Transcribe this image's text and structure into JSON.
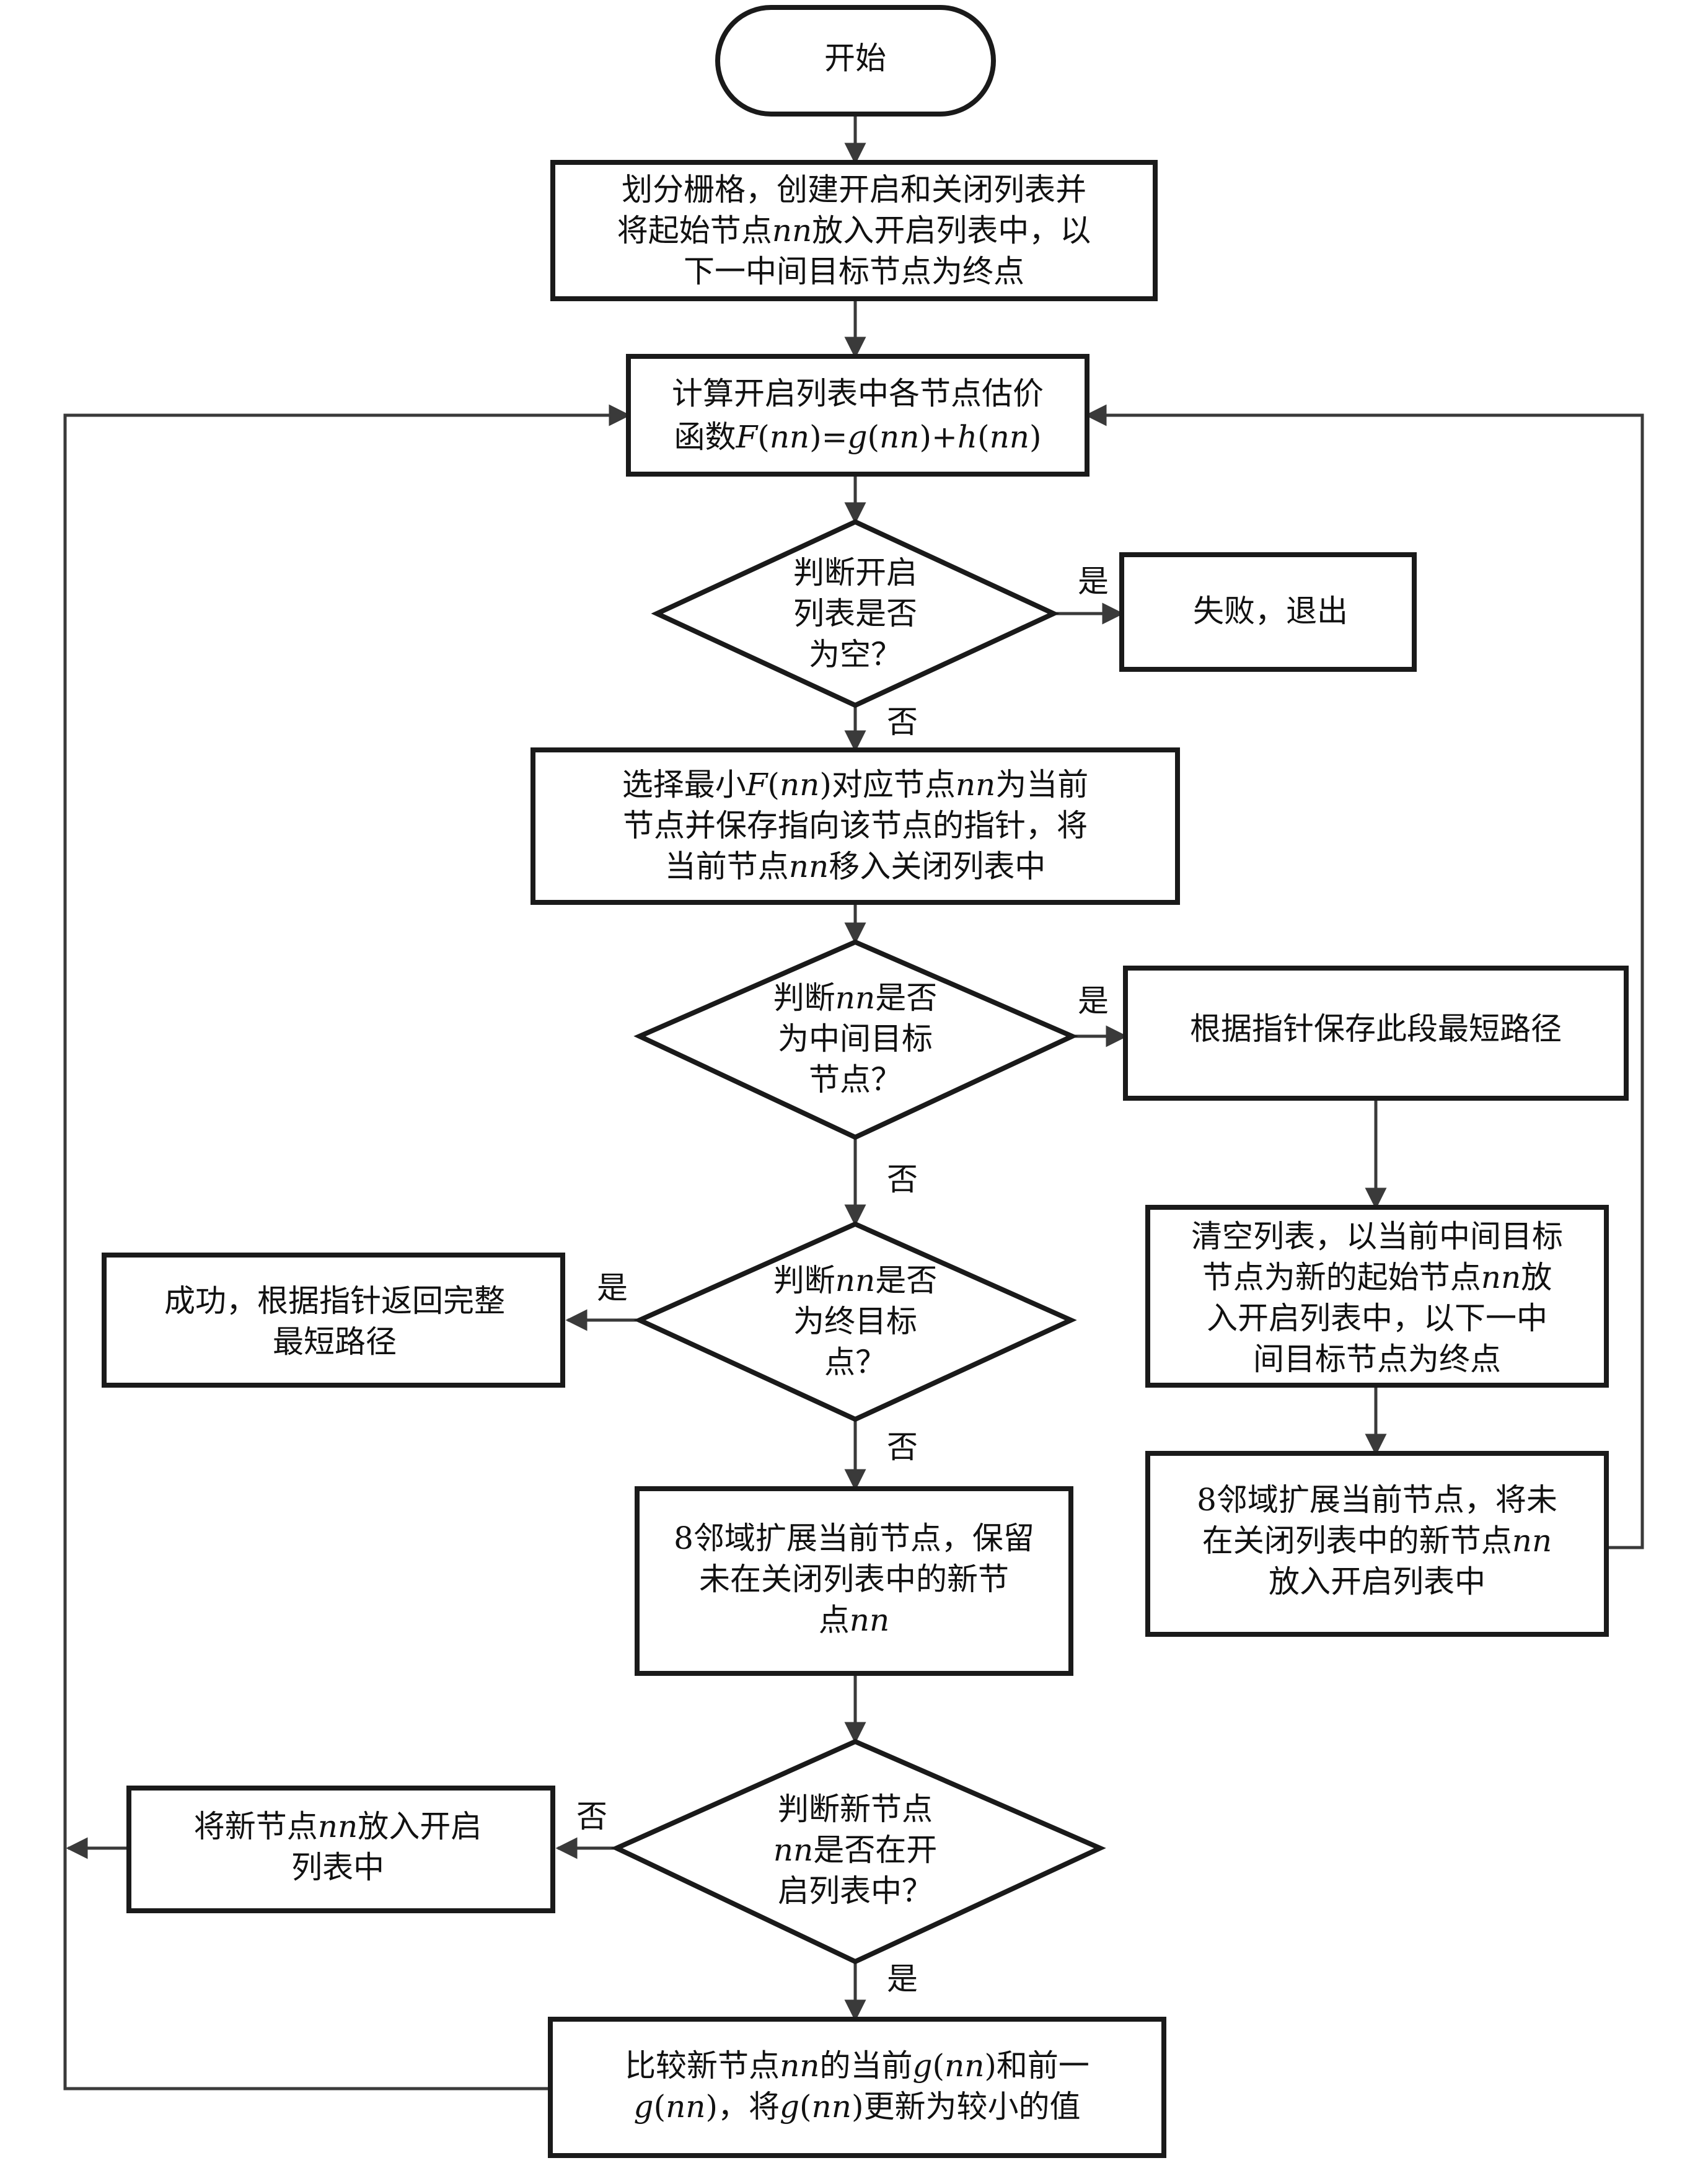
{
  "nodes": {
    "start": {
      "lines": [
        "开始"
      ]
    },
    "init": {
      "lines": [
        "划分栅格，创建开启和关闭列表并",
        "将起始节点nn放入开启列表中，以",
        "下一中间目标节点为终点"
      ]
    },
    "calc": {
      "lines": [
        "计算开启列表中各节点估价",
        "函数F(nn)=g(nn)+h(nn)"
      ]
    },
    "empty_q": {
      "lines": [
        "判断开启",
        "列表是否",
        "为空？"
      ]
    },
    "fail": {
      "lines": [
        "失败，退出"
      ]
    },
    "select": {
      "lines": [
        "选择最小F(nn)对应节点nn为当前",
        "节点并保存指向该节点的指针，将",
        "当前节点nn移入关闭列表中"
      ]
    },
    "mid_q": {
      "lines": [
        "判断nn是否",
        "为中间目标",
        "节点？"
      ]
    },
    "save_path": {
      "lines": [
        "根据指针保存此段最短路径"
      ]
    },
    "clear": {
      "lines": [
        "清空列表，以当前中间目标",
        "节点为新的起始节点nn放",
        "入开启列表中，以下一中",
        "间目标节点为终点"
      ]
    },
    "expand_right": {
      "lines": [
        "8邻域扩展当前节点，将未",
        "在关闭列表中的新节点nn",
        "放入开启列表中"
      ]
    },
    "end_q": {
      "lines": [
        "判断nn是否",
        "为终目标",
        "点？"
      ]
    },
    "success": {
      "lines": [
        "成功，根据指针返回完整",
        "最短路径"
      ]
    },
    "expand": {
      "lines": [
        "8邻域扩展当前节点，保留",
        "未在关闭列表中的新节",
        "点nn"
      ]
    },
    "open_q": {
      "lines": [
        "判断新节点",
        "nn是否在开",
        "启列表中？"
      ]
    },
    "add_open": {
      "lines": [
        "将新节点nn放入开启",
        "列表中"
      ]
    },
    "compare": {
      "lines": [
        "比较新节点nn的当前g(nn)和前一",
        "g(nn)，将g(nn)更新为较小的值"
      ]
    }
  },
  "edge_labels": {
    "empty_yes": "是",
    "empty_no": "否",
    "mid_yes": "是",
    "mid_no": "否",
    "end_yes": "是",
    "end_no": "否",
    "open_no": "否",
    "open_yes": "是"
  },
  "colors": {
    "stroke": "#1a1a1a",
    "line": "#3a3a3a",
    "text": "#111111",
    "fill": "#ffffff"
  }
}
